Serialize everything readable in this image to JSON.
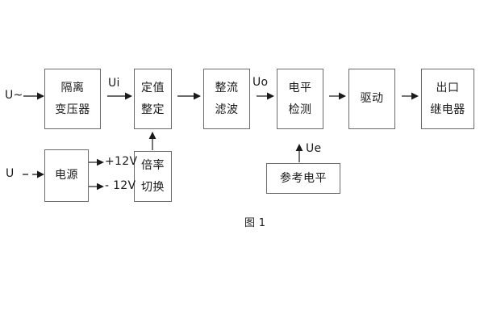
{
  "figure": {
    "caption": "图 1",
    "blocks": [
      {
        "id": "isolation-transformer",
        "lines": [
          "隔离",
          "变压器"
        ]
      },
      {
        "id": "setting-value",
        "lines": [
          "定值",
          "整定"
        ]
      },
      {
        "id": "rectify-filter",
        "lines": [
          "整流",
          "滤波"
        ]
      },
      {
        "id": "level-detection",
        "lines": [
          "电平",
          "检测"
        ]
      },
      {
        "id": "drive",
        "lines": [
          "驱动"
        ]
      },
      {
        "id": "output-relay",
        "lines": [
          "出口",
          "继电器"
        ]
      },
      {
        "id": "power-supply",
        "lines": [
          "电源"
        ]
      },
      {
        "id": "multiplier-switch",
        "lines": [
          "倍率",
          "切换"
        ]
      },
      {
        "id": "reference-level",
        "lines": [
          "参考电平"
        ]
      }
    ],
    "signals": {
      "ac_input": "U~",
      "dc_input": "U",
      "ui": "Ui",
      "uo": "Uo",
      "ue": "Ue",
      "plus_12v": "+12V",
      "minus_12v": "- 12V"
    },
    "colors": {
      "background": "#ffffff",
      "block_border": "#6b6b6b",
      "wire": "#3a3a3a",
      "text": "#1a1a1a"
    }
  }
}
